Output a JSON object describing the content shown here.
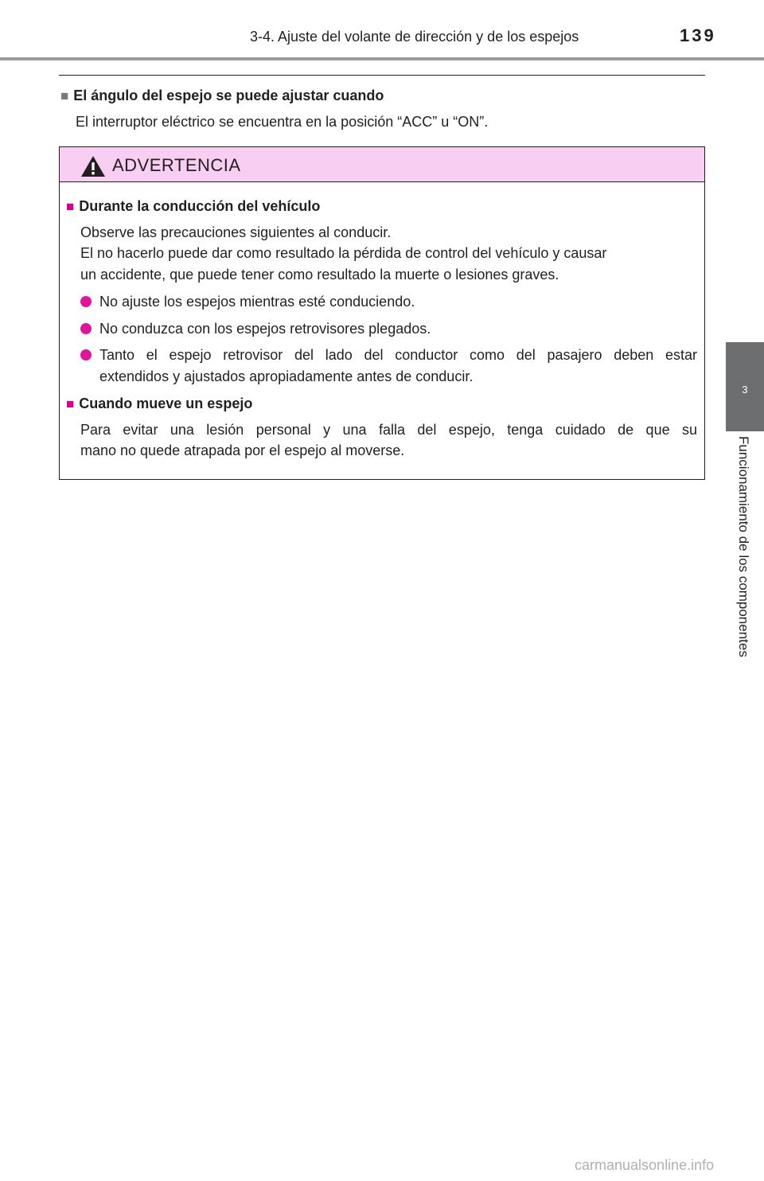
{
  "header": {
    "section": "3-4. Ajuste del volante de dirección y de los espejos",
    "page_number": "139"
  },
  "side_tab": {
    "number": "3",
    "label": "Funcionamiento de los componentes"
  },
  "section": {
    "title": "El ángulo del espejo se puede ajustar cuando",
    "body": "El interruptor eléctrico se encuentra en la posición “ACC” u “ON”."
  },
  "warning": {
    "title": "ADVERTENCIA",
    "accent_color": "#f8cef3",
    "block1": {
      "heading": "Durante la conducción del vehículo",
      "line1": "Observe las precauciones siguientes al conducir.",
      "line2": "El no hacerlo puede dar como resultado la pérdida de control del vehículo y causar",
      "line3": "un accidente, que puede tener como resultado la muerte o lesiones graves.",
      "bullets": {
        "b1": "No ajuste los espejos mientras esté conduciendo.",
        "b2": "No conduzca con los espejos retrovisores plegados.",
        "b3_line1": "Tanto el espejo retrovisor del lado del conductor como del pasajero deben estar",
        "b3_line2": "extendidos y ajustados apropiadamente antes de conducir."
      }
    },
    "block2": {
      "heading": "Cuando mueve un espejo",
      "line1": "Para evitar una lesión personal y una falla del espejo, tenga cuidado de que su",
      "line2": "mano no quede atrapada por el espejo al moverse."
    }
  },
  "watermark": "carmanualsonline.info"
}
